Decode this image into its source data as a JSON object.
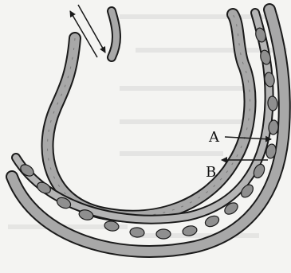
{
  "diagram": {
    "labels": {
      "a": "A",
      "b": "B"
    },
    "colors": {
      "background": "#f4f4f2",
      "ink": "#1a1a1a",
      "cell_fill": "#9a9a9a",
      "cell_wall": "#b5b5b5",
      "nucleus": "#6a6a6a",
      "bleed_text": "#c9c9c9"
    },
    "elements": [
      "alveolus",
      "capillary",
      "red-blood-cells",
      "airflow-arrows",
      "exchange-arrow-a",
      "exchange-arrow-b"
    ]
  }
}
